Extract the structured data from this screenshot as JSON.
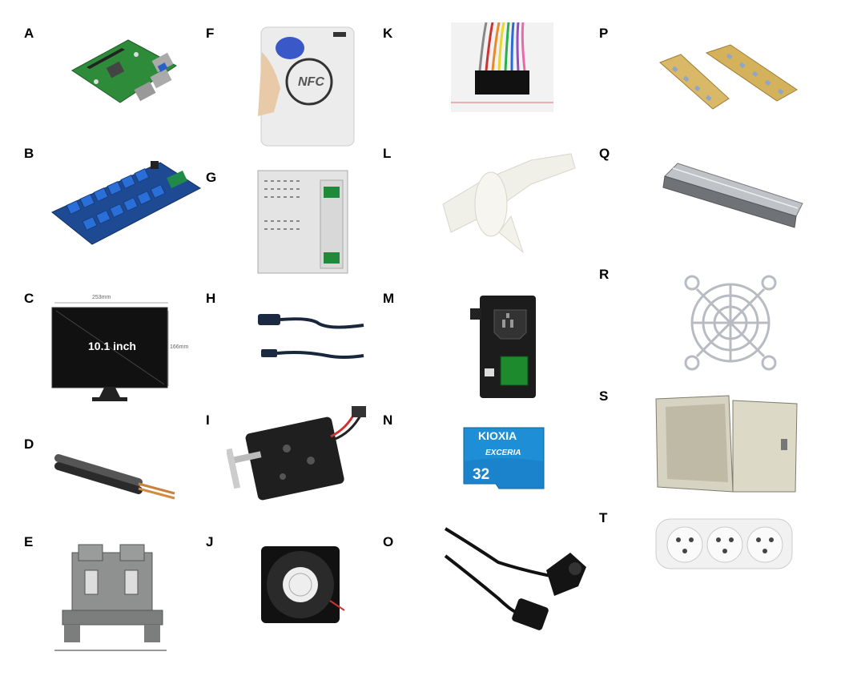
{
  "items": [
    {
      "letter": "A",
      "icon": "raspberry-pi-board"
    },
    {
      "letter": "B",
      "icon": "relay-module-16ch"
    },
    {
      "letter": "C",
      "icon": "monitor-10-inch",
      "dims": {
        "width": "253mm",
        "height": "166mm"
      },
      "screen_text": "10.1 inch"
    },
    {
      "letter": "D",
      "icon": "two-core-cable"
    },
    {
      "letter": "E",
      "icon": "din-terminal-block"
    },
    {
      "letter": "F",
      "icon": "nfc-reader",
      "logo_text": "NFC"
    },
    {
      "letter": "G",
      "icon": "din-power-supply"
    },
    {
      "letter": "H",
      "icon": "hdmi-cable"
    },
    {
      "letter": "I",
      "icon": "electric-lock"
    },
    {
      "letter": "J",
      "icon": "cooling-fan"
    },
    {
      "letter": "K",
      "icon": "ribbon-jumper-cable"
    },
    {
      "letter": "L",
      "icon": "cable-tie-mount"
    },
    {
      "letter": "M",
      "icon": "iec-inlet-switch"
    },
    {
      "letter": "N",
      "icon": "microsd-card",
      "brand": "KIOXIA",
      "series": "EXCERIA",
      "capacity": "32"
    },
    {
      "letter": "O",
      "icon": "power-cord"
    },
    {
      "letter": "P",
      "icon": "bridge-jumpers"
    },
    {
      "letter": "Q",
      "icon": "din-rail"
    },
    {
      "letter": "R",
      "icon": "fan-guard"
    },
    {
      "letter": "S",
      "icon": "metal-enclosure"
    },
    {
      "letter": "T",
      "icon": "triple-socket"
    }
  ]
}
